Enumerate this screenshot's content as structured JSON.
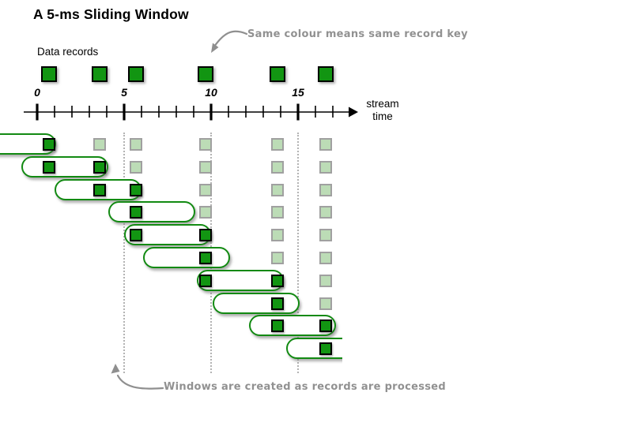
{
  "title": "A 5-ms Sliding Window",
  "labels": {
    "data_records": "Data records",
    "stream_time": [
      "stream",
      "time"
    ],
    "annotation_top": "Same colour means same record key",
    "annotation_bottom": "Windows are created as records are processed"
  },
  "timeline": {
    "unit": "ms",
    "tick_labels": [
      "0",
      "5",
      "10",
      "15"
    ],
    "minor_tick_interval_ms": 1,
    "major_tick_interval_ms": 5,
    "axis_start_ms": 0,
    "axis_end_ms": 17
  },
  "colors": {
    "record_fill": "#129512",
    "record_border": "#000000",
    "future_record_fill": "#bcdcb6",
    "future_record_border": "#a0a0a0",
    "window_border": "#128a12",
    "annotation_gray": "#919191",
    "gridline": "#b3b3b3",
    "axis": "#000000"
  },
  "diagram": {
    "type": "sliding-window-timeline",
    "window_size_ms": 5,
    "gridlines_ms": [
      5,
      10,
      15
    ],
    "records": [
      {
        "id": 1,
        "time_ms": 0.7
      },
      {
        "id": 2,
        "time_ms": 3.6
      },
      {
        "id": 3,
        "time_ms": 5.7
      },
      {
        "id": 4,
        "time_ms": 9.7
      },
      {
        "id": 5,
        "time_ms": 13.8
      },
      {
        "id": 6,
        "time_ms": 16.6
      }
    ],
    "windows": [
      {
        "end_ms": 1.1,
        "contains": [
          1
        ],
        "upcoming": [
          2,
          3,
          4,
          5,
          6
        ],
        "clipped_left": true
      },
      {
        "end_ms": 4.1,
        "contains": [
          1,
          2
        ],
        "upcoming": [
          3,
          4,
          5,
          6
        ]
      },
      {
        "end_ms": 6.0,
        "contains": [
          2,
          3
        ],
        "upcoming": [
          4,
          5,
          6
        ]
      },
      {
        "end_ms": 9.1,
        "contains": [
          3
        ],
        "upcoming": [
          4,
          5,
          6
        ]
      },
      {
        "end_ms": 10.0,
        "contains": [
          3,
          4
        ],
        "upcoming": [
          5,
          6
        ]
      },
      {
        "end_ms": 11.1,
        "contains": [
          4
        ],
        "upcoming": [
          5,
          6
        ]
      },
      {
        "end_ms": 14.2,
        "contains": [
          4,
          5
        ],
        "upcoming": [
          6
        ]
      },
      {
        "end_ms": 15.1,
        "contains": [
          5
        ],
        "upcoming": [
          6
        ]
      },
      {
        "end_ms": 17.2,
        "contains": [
          5,
          6
        ],
        "upcoming": []
      },
      {
        "end_ms": 19.3,
        "contains": [
          6
        ],
        "upcoming": [],
        "clipped_right": true
      }
    ]
  }
}
